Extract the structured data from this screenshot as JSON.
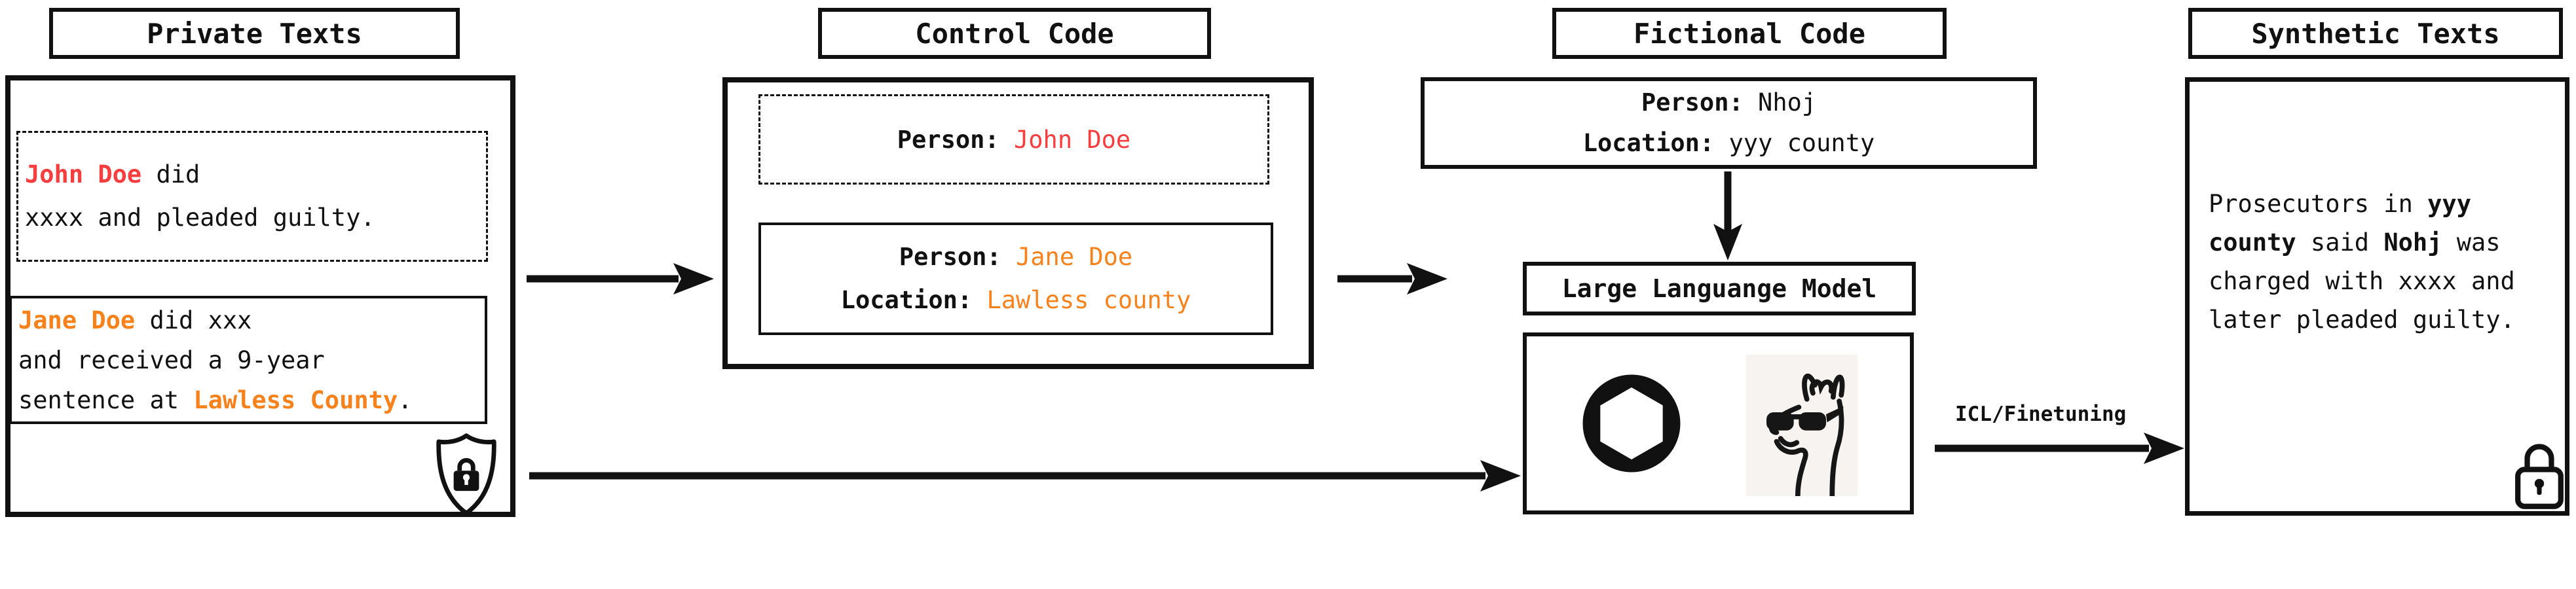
{
  "figure": {
    "columns": {
      "private_texts": {
        "title": "Private Texts",
        "doc1": {
          "name": "John Doe",
          "after_name": " did",
          "line2": "xxxx and pleaded guilty."
        },
        "doc2": {
          "name": "Jane Doe",
          "after_name": " did xxx",
          "line2": "and received a 9-year",
          "line3_pre": "sentence at ",
          "line3_place": "Lawless County",
          "line3_end": "."
        }
      },
      "control_code": {
        "title": "Control Code",
        "john": {
          "person_label": "Person:",
          "person_value": "John Doe"
        },
        "jane": {
          "person_label": "Person:",
          "person_value": "Jane Doe",
          "location_label": "Location:",
          "location_value": "Lawless county"
        }
      },
      "fictional_code": {
        "title": "Fictional Code",
        "person_label": "Person:",
        "person_value": "Nhoj",
        "location_label": "Location:",
        "location_value": "yyy county"
      },
      "llm": {
        "title": "Large Languange Model"
      },
      "synthetic_texts": {
        "title": "Synthetic Texts",
        "line1_pre": "Prosecutors in ",
        "line1_bold": "yyy",
        "line2_bold1": "county",
        "line2_mid": " said ",
        "line2_bold2": "Nohj",
        "line2_end": " was",
        "line3": "charged with xxxx and",
        "line4": "later pleaded guilty."
      }
    },
    "labels": {
      "icl": "ICL/Finetuning"
    },
    "icons": {
      "private_badge": "shield-lock-icon",
      "llm_left": "openai-logo",
      "llm_right": "llama-logo",
      "synthetic_badge": "padlock-icon"
    },
    "colors": {
      "ink": "#111111",
      "red": "#f73d3d",
      "orange": "#f7821c",
      "llama_bg": "#f6f3f0"
    }
  }
}
